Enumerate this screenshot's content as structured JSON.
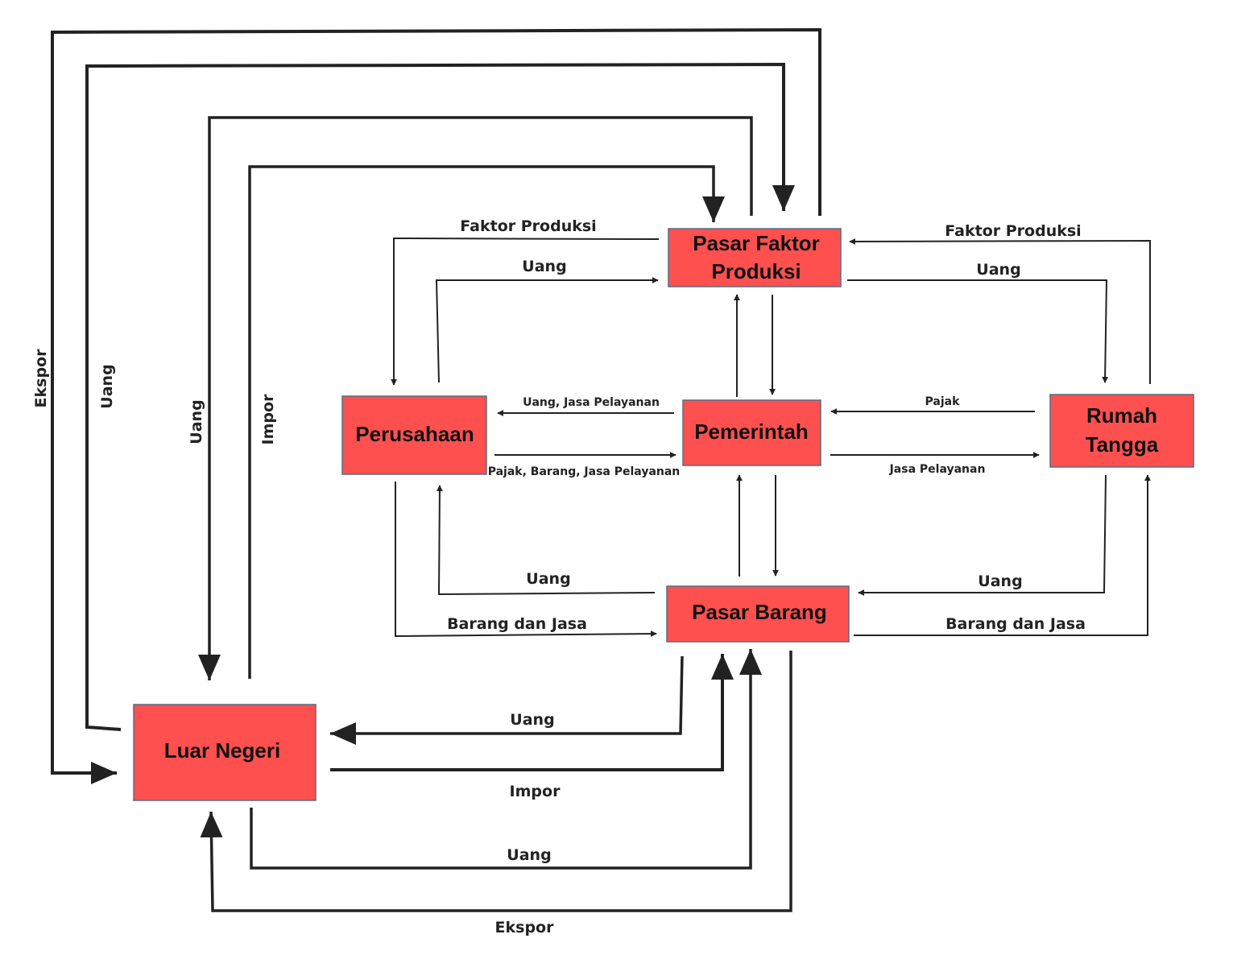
{
  "nodes": {
    "pasar_faktor": [
      "Pasar Faktor",
      "Produksi"
    ],
    "perusahaan": "Perusahaan",
    "pemerintah": "Pemerintah",
    "rumah_tangga": [
      "Rumah",
      "Tangga"
    ],
    "pasar_barang": "Pasar Barang",
    "luar_negeri": "Luar Negeri"
  },
  "labels": {
    "ekspor_left": "Ekspor",
    "uang_left1": "Uang",
    "uang_left2": "Uang",
    "impor_left": "Impor",
    "faktor_produksi_left": "Faktor Produksi",
    "uang_top_left": "Uang",
    "faktor_produksi_right": "Faktor Produksi",
    "uang_top_right": "Uang",
    "uang_jasa_pelayanan": "Uang, Jasa Pelayanan",
    "pajak_barang_jasa": "Pajak, Barang, Jasa Pelayanan",
    "pajak": "Pajak",
    "jasa_pelayanan": "Jasa Pelayanan",
    "uang_mid_left": "Uang",
    "barang_jasa_left": "Barang dan Jasa",
    "uang_mid_right": "Uang",
    "barang_jasa_right": "Barang dan Jasa",
    "uang_bottom1": "Uang",
    "impor_bottom": "Impor",
    "uang_bottom2": "Uang",
    "ekspor_bottom": "Ekspor"
  },
  "colors": {
    "box_fill": "#ff5050",
    "line": "#222222"
  }
}
